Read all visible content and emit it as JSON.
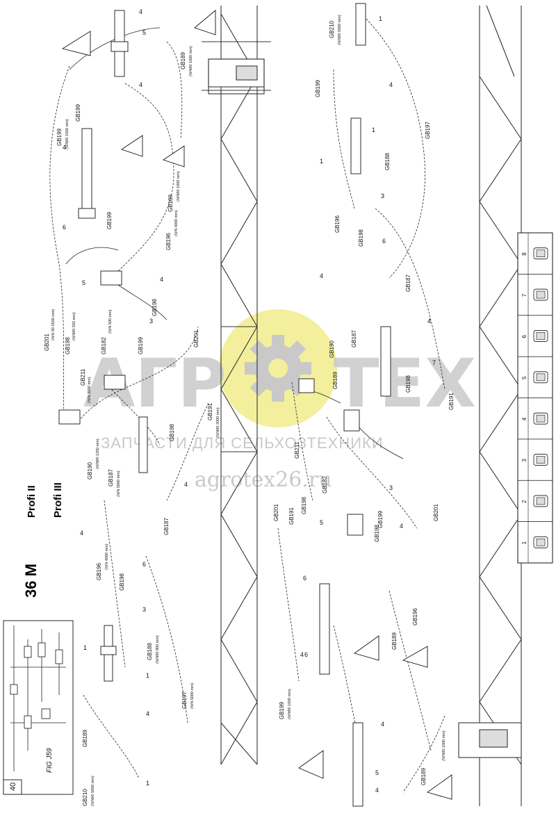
{
  "header": {
    "page_number": "40",
    "title": "36 M",
    "subtitle_1": "Profi  II",
    "subtitle_2": "Profi  III",
    "figure_ref": "FIG J59"
  },
  "watermark": {
    "logo_left": "АГР",
    "logo_right": "ТЕХ",
    "tagline": "ЗАПЧАСТИ ДЛЯ СЕЛЬХОЗТЕХНИКИ",
    "url": "agrotex26.ru",
    "gear_color": "#f3ef9c"
  },
  "hoses": [
    {
      "code": "GB199",
      "spec": "(N/N90  1500 mm)"
    },
    {
      "code": "GB189",
      "spec": "(N/N90  1000 mm)"
    },
    {
      "code": "GB201",
      "spec": "(N/N 90  2500 mm)"
    },
    {
      "code": "GB198",
      "spec": "(N/N90  550 mm)"
    },
    {
      "code": "GB211",
      "spec": "(N/N  3000 mm)"
    },
    {
      "code": "GB182",
      "spec": "(N/N  500 mm)"
    },
    {
      "code": "GB196",
      "spec": "(N/N  4000 mm)"
    },
    {
      "code": "GB190",
      "spec": "(N/N90  1250 mm)"
    },
    {
      "code": "GB187",
      "spec": "(N/N  5000 mm)"
    },
    {
      "code": "GB191",
      "spec": "(N/N90  2000 mm)"
    },
    {
      "code": "GB188",
      "spec": "(N/N90  800 mm)"
    },
    {
      "code": "GB197",
      "spec": "(N/N  6000 mm)"
    },
    {
      "code": "GB210",
      "spec": "(N/N90  5000 mm)"
    }
  ],
  "callouts": [
    "1",
    "2",
    "3",
    "4",
    "5",
    "6",
    "7",
    "8"
  ],
  "legend": {
    "items": [
      {
        "num": "1",
        "icon": "tee-fitting-icon"
      },
      {
        "num": "2",
        "icon": "nut-fitting-icon"
      },
      {
        "num": "3",
        "icon": "elbow-fitting-icon"
      },
      {
        "num": "4",
        "icon": "elbow-90-fitting-icon"
      },
      {
        "num": "5",
        "icon": "elbow-long-fitting-icon"
      },
      {
        "num": "6",
        "icon": "elbow-swivel-fitting-icon"
      },
      {
        "num": "7",
        "icon": "adapter-fitting-icon"
      },
      {
        "num": "8",
        "icon": "cap-nut-fitting-icon"
      }
    ]
  }
}
